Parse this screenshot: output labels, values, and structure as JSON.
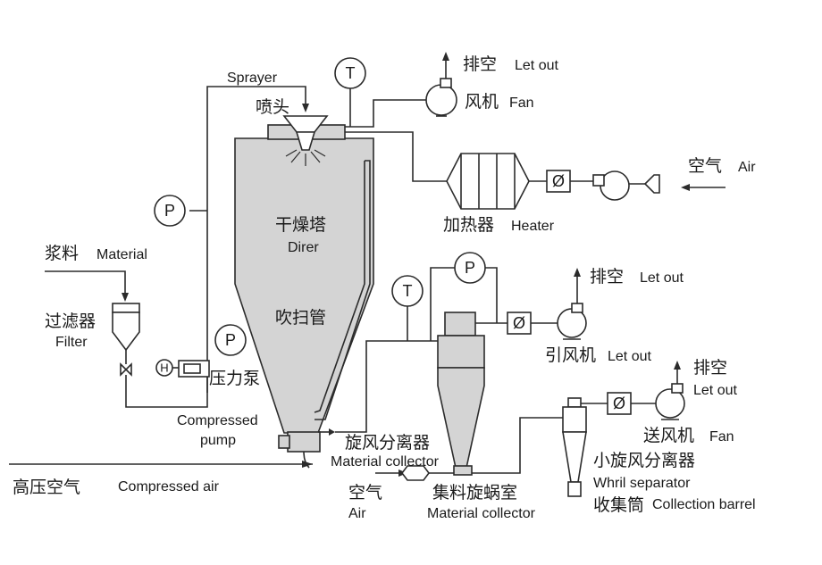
{
  "labels": {
    "sprayer_en": "Sprayer",
    "nozzle_zh": "喷头",
    "letout_top_zh": "排空",
    "letout_top_en": "Let out",
    "fan_top_zh": "风机",
    "fan_top_en": "Fan",
    "air_zh": "空气",
    "air_en": "Air",
    "heater_zh": "加热器",
    "heater_en": "Heater",
    "dryer_zh": "干燥塔",
    "dryer_en": "Direr",
    "material_zh": "浆料",
    "material_en": "Material",
    "filter_zh": "过滤器",
    "filter_en": "Filter",
    "pump_zh": "压力泵",
    "pump_en1": "Compressed",
    "pump_en2": "pump",
    "purge_zh": "吹扫管",
    "letout_mid_zh": "排空",
    "letout_mid_en": "Let out",
    "induced_fan_zh": "引风机",
    "induced_fan_en": "Let out",
    "letout_right_zh": "排空",
    "letout_right_en": "Let out",
    "blower_zh": "送风机",
    "blower_en": "Fan",
    "cyclone_zh": "旋风分离器",
    "cyclone_en": "Material collector",
    "hpair_zh": "高压空气",
    "hpair_en": "Compressed air",
    "air2_zh": "空气",
    "air2_en": "Air",
    "collector_zh": "集料旋蜗室",
    "collector_en": "Material collector",
    "small_cyclone_zh": "小旋风分离器",
    "small_cyclone_en": "Whril separator",
    "barrel_zh": "收集筒",
    "barrel_en": "Collection barrel"
  },
  "symbols": {
    "temp": "T",
    "pressure": "P",
    "hand": "H",
    "damper": "Ø"
  }
}
